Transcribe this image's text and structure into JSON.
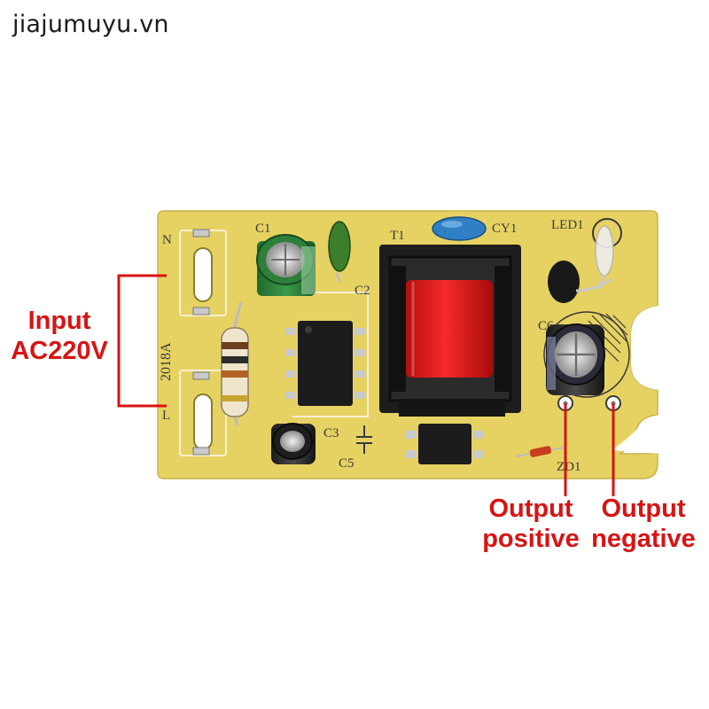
{
  "watermark": "jiajumuyu.vn",
  "board": {
    "silkscreen": {
      "model": "2018A",
      "n": "N",
      "l": "L",
      "c1": "C1",
      "c2": "C2",
      "c3": "C3",
      "c5": "C5",
      "c6": "C6",
      "t1": "T1",
      "cy1": "CY1",
      "led1": "LED1",
      "zd1": "ZD1"
    }
  },
  "callouts": {
    "input_line1": "Input",
    "input_line2": "AC220V",
    "output_positive_line1": "Output",
    "output_positive_line2": "positive",
    "output_negative_line1": "Output",
    "output_negative_line2": "negative"
  },
  "colors": {
    "pcb": "#e6d263",
    "annotation": "#d81313",
    "transformer_coil": "#e81818"
  }
}
